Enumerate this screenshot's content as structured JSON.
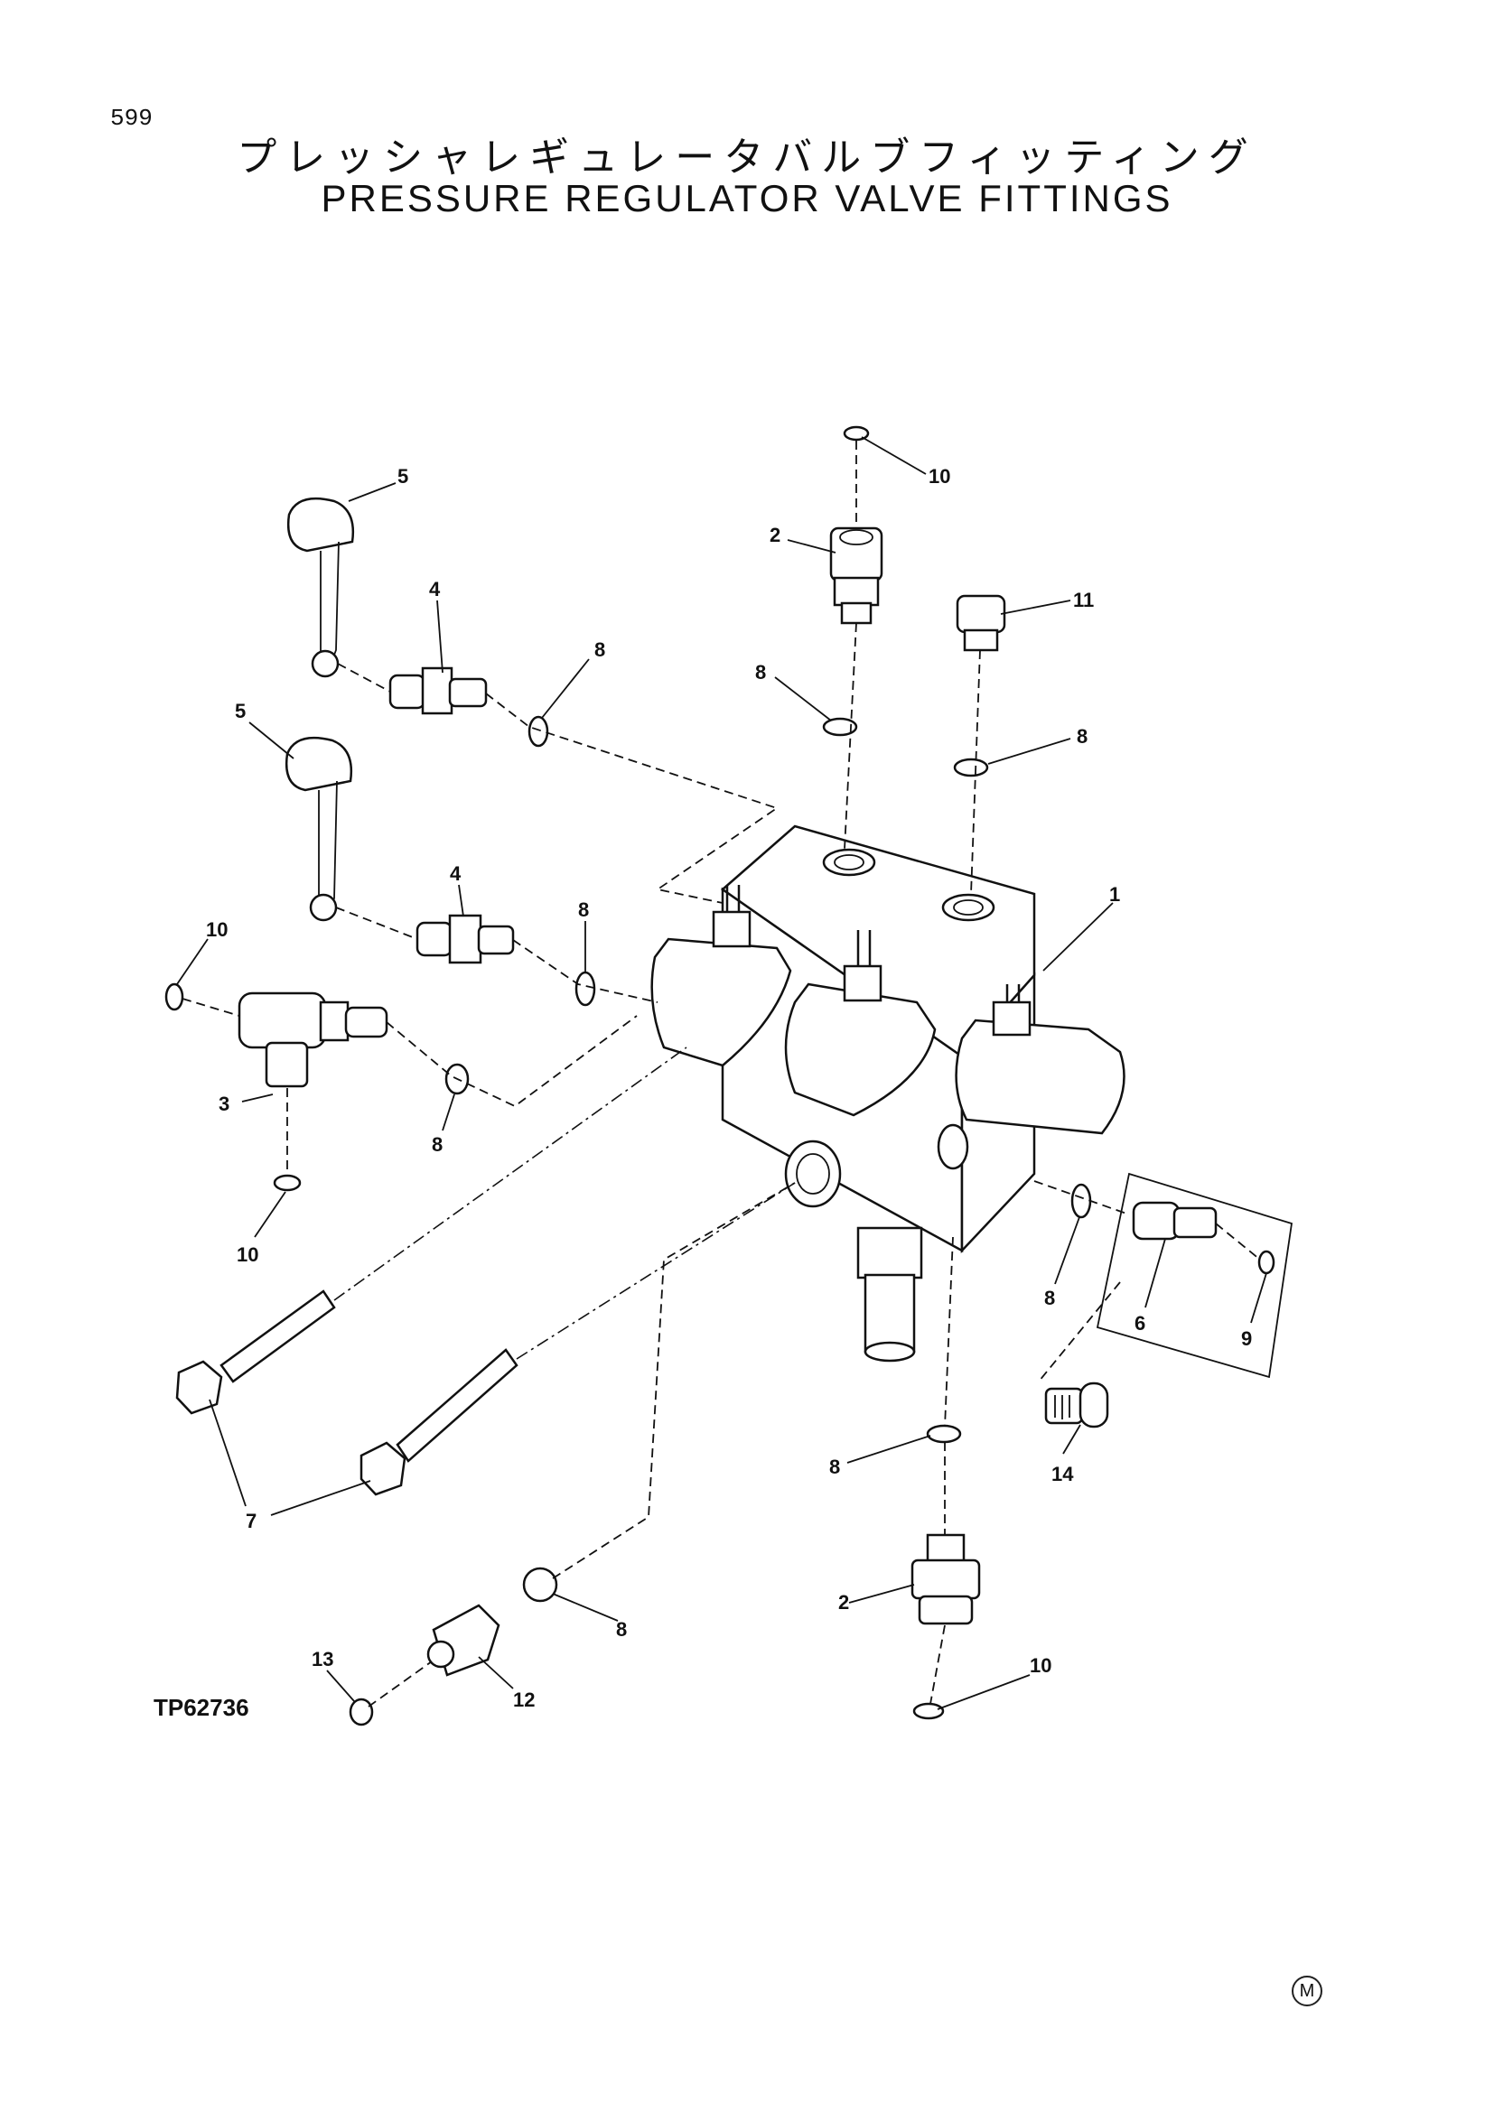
{
  "header": {
    "page_number": "599",
    "title_jp": "プレッシャレギュレータバルブフィッティング",
    "title_en": "PRESSURE REGULATOR VALVE FITTINGS"
  },
  "figure_id": "TP62736",
  "footer_mark": "M",
  "callouts": {
    "c1": "1",
    "c2a": "2",
    "c2b": "2",
    "c3": "3",
    "c4a": "4",
    "c4b": "4",
    "c5a": "5",
    "c5b": "5",
    "c6": "6",
    "c7a": "7",
    "c8a": "8",
    "c8b": "8",
    "c8c": "8",
    "c8d": "8",
    "c8e": "8",
    "c8f": "8",
    "c8g": "8",
    "c8h": "8",
    "c9": "9",
    "c10a": "10",
    "c10b": "10",
    "c10c": "10",
    "c10d": "10",
    "c11": "11",
    "c12": "12",
    "c13": "13",
    "c14": "14"
  }
}
